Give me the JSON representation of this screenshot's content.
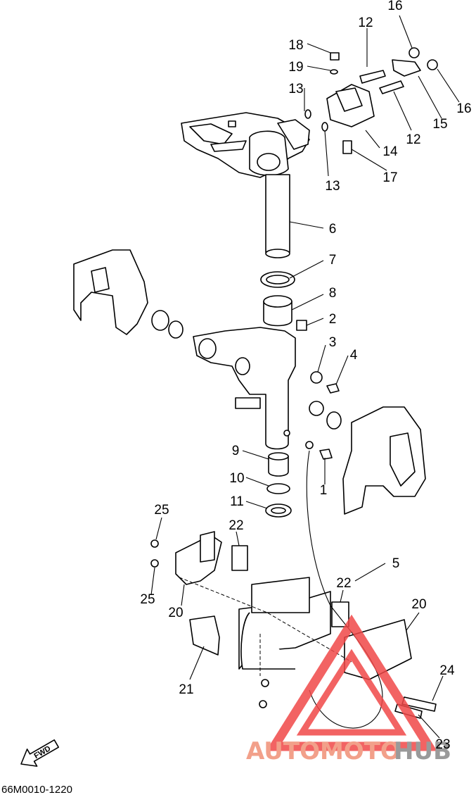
{
  "diagram_code": "66M0010-1220",
  "fwd_label": "FWD",
  "watermark": {
    "part1": "AUTOMOTO",
    "part2": "HUB",
    "color1": "#f2a08a",
    "color2": "#9a9a9a",
    "logo_color": "#f04848"
  },
  "callouts": {
    "c1": "1",
    "c2": "2",
    "c3": "3",
    "c4": "4",
    "c5": "5",
    "c6": "6",
    "c7": "7",
    "c8": "8",
    "c9": "9",
    "c10": "10",
    "c11": "11",
    "c12a": "12",
    "c12b": "12",
    "c13a": "13",
    "c13b": "13",
    "c14": "14",
    "c15": "15",
    "c16a": "16",
    "c16b": "16",
    "c17": "17",
    "c18": "18",
    "c19": "19",
    "c20a": "20",
    "c20b": "20",
    "c21": "21",
    "c22a": "22",
    "c22b": "22",
    "c23": "23",
    "c24": "24",
    "c25a": "25",
    "c25b": "25"
  }
}
